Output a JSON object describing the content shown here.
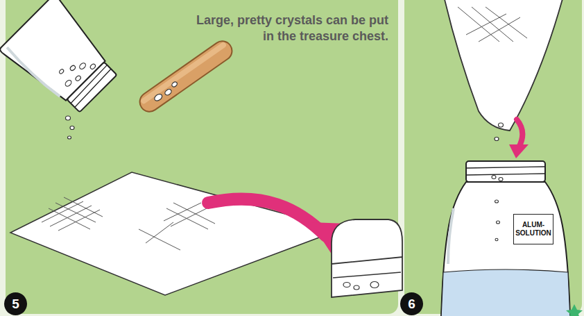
{
  "diagram": {
    "nodes": [
      {
        "text": [
          "5"
        ]
      },
      {
        "text": [
          "6"
        ]
      },
      {
        "text": [
          "ALUM- SOLUTION"
        ]
      }
    ],
    "labels": [
      "Large, pretty crystals can be put in the treasure chest."
    ]
  }
}
